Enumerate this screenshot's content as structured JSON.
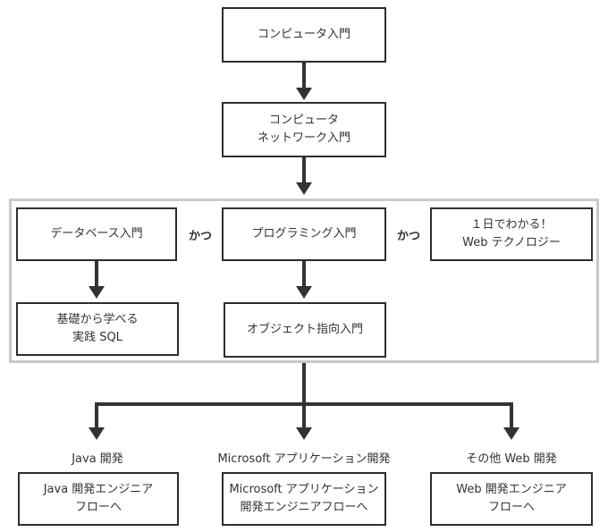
{
  "nodes": {
    "computer_intro": "コンピュータ入門",
    "network_intro_line1": "コンピュータ",
    "network_intro_line2": "ネットワーク入門",
    "database_intro": "データベース入門",
    "programming_intro": "プログラミング入門",
    "web_tech_line1": "１日でわかる！",
    "web_tech_line2": "Web テクノロジー",
    "sql_line1": "基礎から学べる",
    "sql_line2": "実践 SQL",
    "oop_intro": "オブジェクト指向入門",
    "java_flow_line1": "Java 開発エンジニア",
    "java_flow_line2": "フローへ",
    "ms_flow_line1": "Microsoft アプリケーション",
    "ms_flow_line2": "開発エンジニアフローへ",
    "web_flow_line1": "Web 開発エンジニア",
    "web_flow_line2": "フローへ"
  },
  "connectors": {
    "and_1": "かつ",
    "and_2": "かつ"
  },
  "branches": {
    "java": "Java 開発",
    "microsoft": "Microsoft アプリケーション開発",
    "other_web": "その他 Web 開発"
  },
  "colors": {
    "line": "#333333",
    "box_border": "#2e2e2e",
    "group_border": "#c9c9c9"
  }
}
